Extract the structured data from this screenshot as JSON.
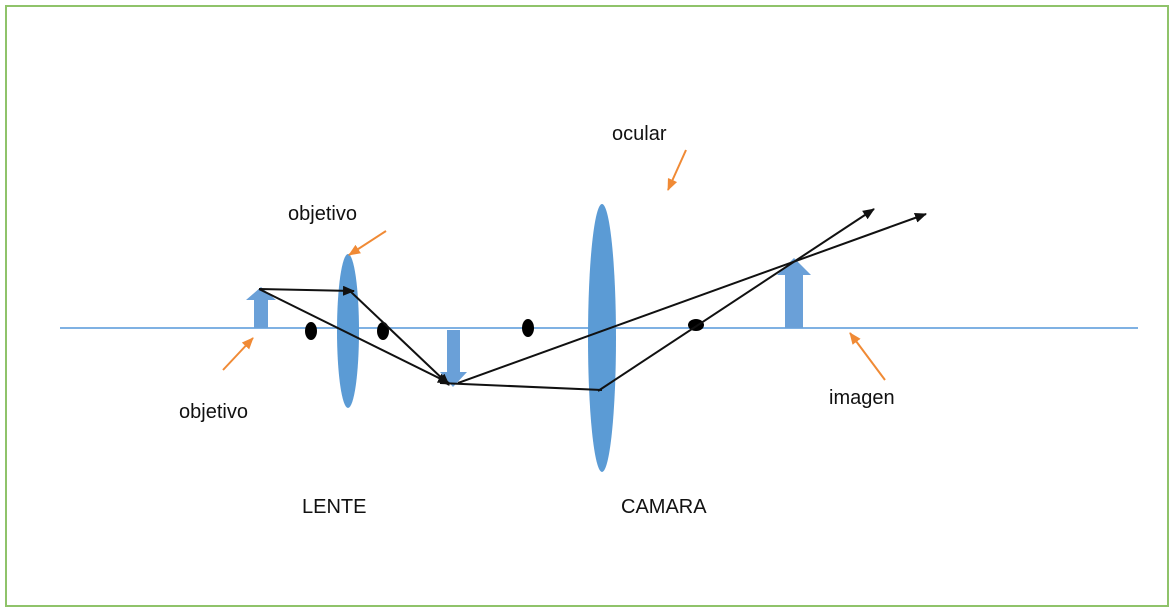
{
  "labels": {
    "ocular": "ocular",
    "objetivo_top": "objetivo",
    "objetivo_bottom": "objetivo",
    "imagen": "imagen",
    "lente": "LENTE",
    "camara": "CAMARA"
  },
  "colors": {
    "frame": "#8fc36a",
    "axis": "#7fb1e3",
    "lens_fill": "#5b9bd5",
    "arrow_fill": "#6aa0d8",
    "pointer": "#f08a35",
    "ray": "#111111",
    "focal_dot": "#000000"
  }
}
